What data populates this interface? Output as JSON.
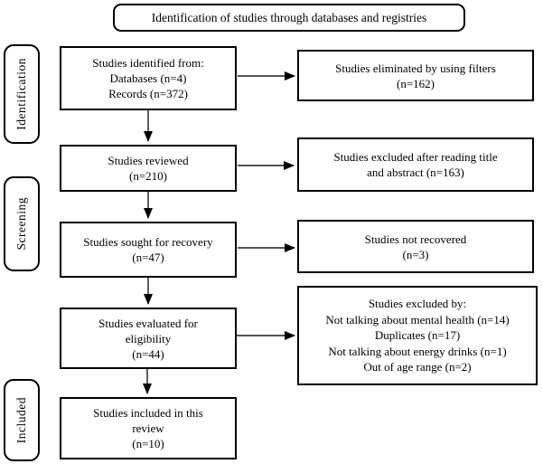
{
  "diagram": {
    "title": "Identification of studies through databases and registries",
    "stages": [
      {
        "label": "Identification"
      },
      {
        "label": "Screening"
      },
      {
        "label": "Included"
      }
    ],
    "main_boxes": [
      {
        "lines": [
          "Studies identified from:",
          "Databases (n=4)",
          "Records (n=372)"
        ]
      },
      {
        "lines": [
          "Studies reviewed",
          "(n=210)"
        ]
      },
      {
        "lines": [
          "Studies sought for recovery",
          "(n=47)"
        ]
      },
      {
        "lines": [
          "Studies evaluated for",
          "eligibility",
          "(n=44)"
        ]
      },
      {
        "lines": [
          "Studies included in this",
          "review",
          "(n=10)"
        ]
      }
    ],
    "side_boxes": [
      {
        "lines": [
          "Studies eliminated by using filters",
          "(n=162)"
        ]
      },
      {
        "lines": [
          "Studies excluded after reading title",
          "and abstract (n=163)"
        ]
      },
      {
        "lines": [
          "Studies not recovered",
          "(n=3)"
        ]
      },
      {
        "lines": [
          "Studies excluded by:",
          "Not talking about mental health (n=14)",
          "Duplicates (n=17)",
          "Not talking about energy drinks (n=1)",
          "Out of age range (n=2)"
        ]
      }
    ],
    "colors": {
      "border": "#000000",
      "background": "#ffffff",
      "text": "#000000",
      "arrow": "#1a1a1a"
    }
  }
}
